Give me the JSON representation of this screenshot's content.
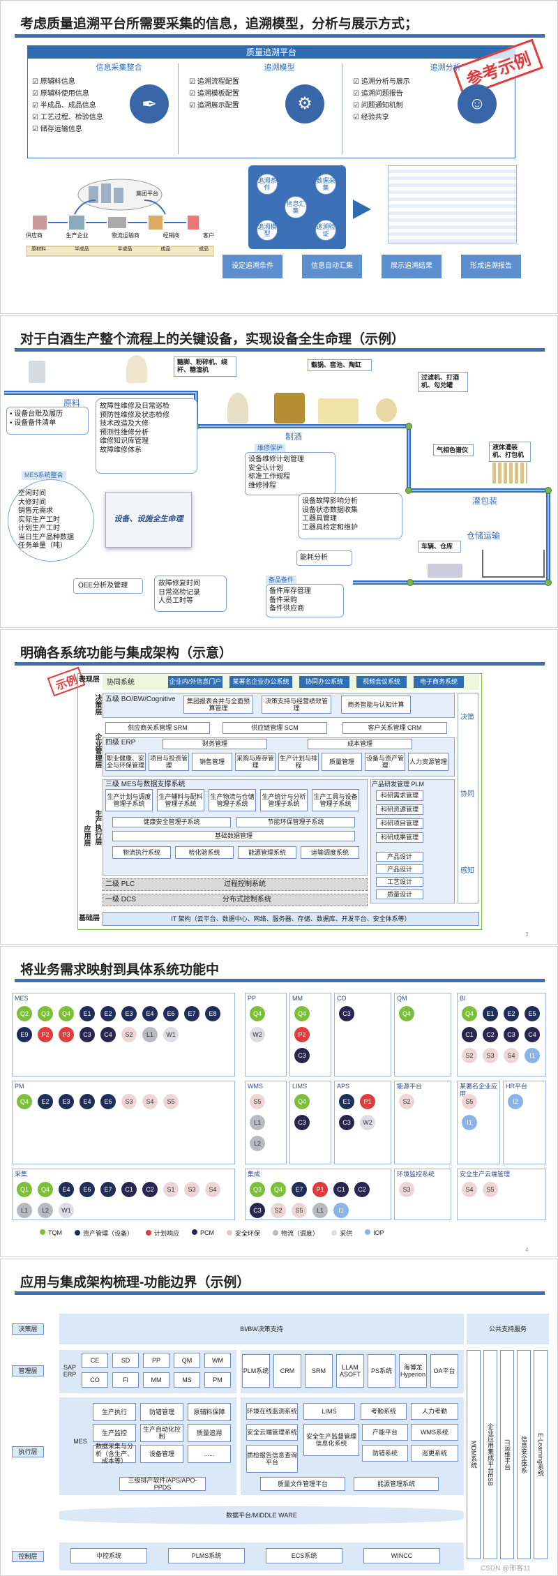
{
  "s1": {
    "title": "考虑质量追溯平台所需要采集的信息，追溯模型，分析与展示方式；",
    "platform": "质量追溯平台",
    "stamp": "参考示例",
    "cols": [
      {
        "head": "信息采集整合",
        "items": [
          "原辅料信息",
          "原辅料使用信息",
          "半成品、成品信息",
          "工艺过程、检验信息",
          "储存运输信息"
        ]
      },
      {
        "head": "追溯模型",
        "items": [
          "追溯流程配置",
          "追溯模板配置",
          "追溯展示配置"
        ]
      },
      {
        "head": "追溯分析",
        "items": [
          "追溯分析与展示",
          "追溯问题报告",
          "问题通知机制",
          "经验共享"
        ]
      }
    ],
    "cloud": "集团平台",
    "supply": [
      "供应商",
      "生产企业",
      "物流运输商",
      "经销商",
      "客户"
    ],
    "flow": [
      "原材料",
      "半成品",
      "半成品",
      "成品",
      "成品"
    ],
    "cycle": [
      "追溯条件",
      "数据采集",
      "信息汇集",
      "追溯模型",
      "追溯验证"
    ],
    "steps": [
      "设定追溯条件",
      "信息自动汇集",
      "展示追溯结果",
      "形成追溯报告"
    ]
  },
  "s2": {
    "title": "对于白酒生产整个流程上的关键设备，实现设备全生命理（示例）",
    "stages": [
      "原料",
      "制酒",
      "灌包装",
      "仓储运输"
    ],
    "stage_tags": [
      "糖脚、粉碎机、绕杆、糖渣机",
      "甑锅、窖池、陶缸",
      "过滤机、打酒机、勾兑罐",
      "气相色谱仪",
      "液体灌装机、打包机",
      "车辆、仓库"
    ],
    "center": "设备、设施全生命理",
    "mes_tag": "MES系统整合",
    "maint_tag": "维修保护",
    "spare_tag": "备品备件",
    "b1": [
      "设备台账及履历",
      "设备备件清单"
    ],
    "b2": [
      "故障性维修及日常巡检",
      "预防性维修及状态检修",
      "技术改造及大修",
      "预测性维修分析",
      "维修知识库管理",
      "故障维修体系"
    ],
    "b3": [
      "设备维修计划管理",
      "安全认计划",
      "标准工作规程",
      "维修排程"
    ],
    "b4": [
      "空闲时间",
      "大修时间",
      "销售元需求",
      "实际生产工时",
      "计划生产工时",
      "当日生产品种数据",
      "任务单量（吨）"
    ],
    "b5": [
      "设备故障影响分析",
      "设备状态数据收集",
      "工器具管理",
      "工器具检定和维护"
    ],
    "b6": [
      "能耗分析"
    ],
    "b7": [
      "备件库存管理",
      "备件采购",
      "备件供应商"
    ],
    "b8": [
      "OEE分析及管理"
    ],
    "b9": [
      "故障修复时间",
      "日常巡检记录",
      "人员工时等"
    ]
  },
  "s3": {
    "title": "明确各系统功能与集成架构（示意）",
    "stamp": "示例",
    "layers": {
      "show": "表现层",
      "decision": "决策层",
      "biz": "企业管理层",
      "exec": "生产执行层",
      "app": "应用层",
      "base": "基础层"
    },
    "portal": [
      "协同系统",
      "企业内/外信息门户",
      "某著名企业办公系统",
      "协同办公系统",
      "视频会议系统",
      "电子商务系统"
    ],
    "l5": "五级 BO/BW/Cognitive",
    "l5items": [
      "集团报表合并与全面预算管理",
      "决策支持与经营绩效管理",
      "商务智能与认知计算"
    ],
    "scm": [
      "供应商关系管理 SRM",
      "供应链管理 SCM",
      "客户关系管理 CRM"
    ],
    "l4": "四级 ERP",
    "fin": [
      "财务管理",
      "成本管理"
    ],
    "l4items": [
      "职业健康、安全与环保管理",
      "项目与投资管理",
      "销售管理",
      "采购与库存管理",
      "生产计划与排程",
      "质量管理",
      "设备与资产管理",
      "人力资源管理"
    ],
    "l3": "三级 MES与数据支撑系统",
    "l3items": [
      "生产计划与调度管理子系统",
      "生产辅料与配料管理子系统",
      "生产物流与仓储管理子系统",
      "生产统计与分析管理子系统",
      "生产工具与设备管理子系统"
    ],
    "l3b": [
      "健康安全管理子系统",
      "节能环保管理子系统"
    ],
    "l3c": "基础数据管理",
    "l3d": [
      "物流执行系统",
      "检化验系统",
      "能源管理系统",
      "运输调度系统"
    ],
    "plm": "产品研发管理 PLM",
    "plmitems": [
      "科研需求管理",
      "科研资源管理",
      "科研项目管理",
      "科研成果管理"
    ],
    "plm2": [
      "产品设计",
      "产品设计",
      "工艺设计",
      "质量设计"
    ],
    "l2": "二级 PLC",
    "l2t": "过程控制系统",
    "l1": "一级 DCS",
    "l1t": "分布式控制系统",
    "it": "IT 架构（云平台、数据中心、网络、服务器、存储、数据库、开发平台、安全体系等）",
    "side": [
      "决策",
      "协同",
      "感知"
    ],
    "pageno": "3"
  },
  "s4": {
    "title": "将业务需求映射到具体系统功能中",
    "boxes": [
      {
        "name": "MES",
        "circles": [
          [
            "Q2",
            "g"
          ],
          [
            "Q3",
            "g"
          ],
          [
            "Q4",
            "g"
          ],
          [
            "E1",
            "n"
          ],
          [
            "E2",
            "n"
          ],
          [
            "E3",
            "n"
          ],
          [
            "E4",
            "n"
          ],
          [
            "E6",
            "n"
          ],
          [
            "E7",
            "n"
          ],
          [
            "E8",
            "n"
          ],
          [
            "E9",
            "n"
          ],
          [
            "P2",
            "r"
          ],
          [
            "P3",
            "r"
          ],
          [
            "C3",
            "p"
          ],
          [
            "C4",
            "p"
          ],
          [
            "S2",
            "s"
          ],
          [
            "L1",
            "l"
          ],
          [
            "W1",
            "w"
          ]
        ]
      },
      {
        "name": "PP",
        "circles": [
          [
            "Q4",
            "g"
          ],
          [
            "W2",
            "w"
          ]
        ]
      },
      {
        "name": "MM",
        "circles": [
          [
            "Q4",
            "g"
          ],
          [
            "P2",
            "r"
          ],
          [
            "C3",
            "p"
          ]
        ]
      },
      {
        "name": "CO",
        "circles": [
          [
            "C3",
            "p"
          ]
        ]
      },
      {
        "name": "QM",
        "circles": [
          [
            "Q4",
            "g"
          ]
        ]
      },
      {
        "name": "BI",
        "circles": [
          [
            "Q4",
            "g"
          ],
          [
            "E1",
            "n"
          ],
          [
            "E2",
            "n"
          ],
          [
            "E5",
            "n"
          ],
          [
            "C1",
            "p"
          ],
          [
            "C2",
            "p"
          ],
          [
            "C3",
            "p"
          ],
          [
            "C4",
            "p"
          ],
          [
            "S2",
            "s"
          ],
          [
            "S3",
            "s"
          ],
          [
            "S4",
            "s"
          ],
          [
            "I1",
            "b"
          ]
        ]
      },
      {
        "name": "PM",
        "circles": [
          [
            "Q4",
            "g"
          ],
          [
            "E2",
            "n"
          ],
          [
            "E3",
            "n"
          ],
          [
            "E4",
            "n"
          ],
          [
            "E6",
            "n"
          ],
          [
            "S3",
            "s"
          ],
          [
            "S4",
            "s"
          ],
          [
            "S5",
            "s"
          ]
        ]
      },
      {
        "name": "WMS",
        "circles": [
          [
            "S5",
            "s"
          ],
          [
            "L1",
            "l"
          ],
          [
            "L2",
            "l"
          ]
        ]
      },
      {
        "name": "LIMS",
        "circles": [
          [
            "Q4",
            "g"
          ],
          [
            "C3",
            "p"
          ]
        ]
      },
      {
        "name": "APS",
        "circles": [
          [
            "E1",
            "n"
          ],
          [
            "P1",
            "r"
          ],
          [
            "C3",
            "p"
          ],
          [
            "W2",
            "w"
          ]
        ]
      },
      {
        "name": "能源平台",
        "circles": [
          [
            "S2",
            "s"
          ]
        ]
      },
      {
        "name": "某著名企业应用",
        "circles": [
          [
            "S5",
            "s"
          ],
          [
            "I1",
            "b"
          ]
        ]
      },
      {
        "name": "HR平台",
        "circles": [
          [
            "I2",
            "b"
          ]
        ]
      },
      {
        "name": "采集",
        "circles": [
          [
            "Q1",
            "g"
          ],
          [
            "Q4",
            "g"
          ],
          [
            "E4",
            "n"
          ],
          [
            "E6",
            "n"
          ],
          [
            "E7",
            "n"
          ],
          [
            "C1",
            "p"
          ],
          [
            "C2",
            "p"
          ],
          [
            "S1",
            "s"
          ],
          [
            "S3",
            "s"
          ],
          [
            "S4",
            "s"
          ],
          [
            "L1",
            "l"
          ],
          [
            "L2",
            "l"
          ],
          [
            "W1",
            "w"
          ]
        ]
      },
      {
        "name": "集成",
        "circles": [
          [
            "Q3",
            "g"
          ],
          [
            "Q4",
            "g"
          ],
          [
            "E7",
            "n"
          ],
          [
            "P1",
            "r"
          ],
          [
            "C1",
            "p"
          ],
          [
            "C2",
            "p"
          ],
          [
            "C3",
            "p"
          ],
          [
            "S2",
            "s"
          ],
          [
            "S5",
            "s"
          ],
          [
            "L1",
            "l"
          ],
          [
            "I1",
            "b"
          ]
        ]
      },
      {
        "name": "环境监控系统",
        "circles": [
          [
            "S3",
            "s"
          ]
        ]
      },
      {
        "name": "安全生产云端管理",
        "circles": [
          [
            "S4",
            "s"
          ],
          [
            "S5",
            "s"
          ]
        ]
      }
    ],
    "legend": [
      [
        "TQM",
        "#7bbf3a"
      ],
      [
        "资产管理（设备）",
        "#1f2d5a"
      ],
      [
        "计划响应",
        "#e23b3b"
      ],
      [
        "PCM",
        "#2a2450"
      ],
      [
        "安全环保",
        "#e7c8c8"
      ],
      [
        "物流（调度）",
        "#b9b9c2"
      ],
      [
        "采供",
        "#dddde3"
      ],
      [
        "IOP",
        "#8ab4e8"
      ]
    ],
    "colors": {
      "g": "#7bbf3a",
      "n": "#1f2d5a",
      "r": "#e23b3b",
      "p": "#2a2450",
      "s": "#efd6d6",
      "l": "#b9b9c2",
      "w": "#dddde3",
      "b": "#8ab4e8"
    },
    "pageno": "4"
  },
  "s5": {
    "title": "应用与集成架构梳理-功能边界（示例）",
    "rows": [
      "决策层",
      "管理层",
      "执行层",
      "控制层"
    ],
    "bi": "BI/BW决策支持",
    "pub": "公共支持服务",
    "sap": "SAP ERP",
    "sapmods": [
      "CE",
      "SD",
      "PP",
      "QM",
      "WM",
      "CO",
      "FI",
      "MM",
      "MS",
      "PM"
    ],
    "mgmt": [
      "PLM系统",
      "CRM",
      "SRM",
      "LLAM ASOFT",
      "PS系统",
      "海博龙Hyperion",
      "OA平台"
    ],
    "mes": "MES",
    "mesmods": [
      "生产执行",
      "防错管理",
      "原辅料保障",
      "生产监控",
      "生产自动化控制",
      "质量追溯",
      "数据采集与分析（含生产、成本等）",
      "设备管理",
      "......"
    ],
    "aps": "三级排产软件/APS/APO-PPDS",
    "exec": [
      "环境在线监测系统",
      "LIMS",
      "考勤系统",
      "人力考勤",
      "安全云端管理系统",
      "安全生产监督管理信息化系统",
      "产能平台",
      "WMS系统",
      "质检报告信息查询平台",
      "防错系统",
      "巡更系统"
    ],
    "qfile": "质量文件管理平台",
    "energy": "能源管理系统",
    "side": [
      "MDM系统",
      "企业应用集成平台ESB",
      "IT运维平台",
      "信息安全体系",
      "E-Learning系统"
    ],
    "mw": "数据平台/MIDDLE WARE",
    "ctrl": [
      "中控系统",
      "PLMS系统",
      "ECS系统",
      "WINCC"
    ],
    "credit": "CSDN @邢客11"
  }
}
